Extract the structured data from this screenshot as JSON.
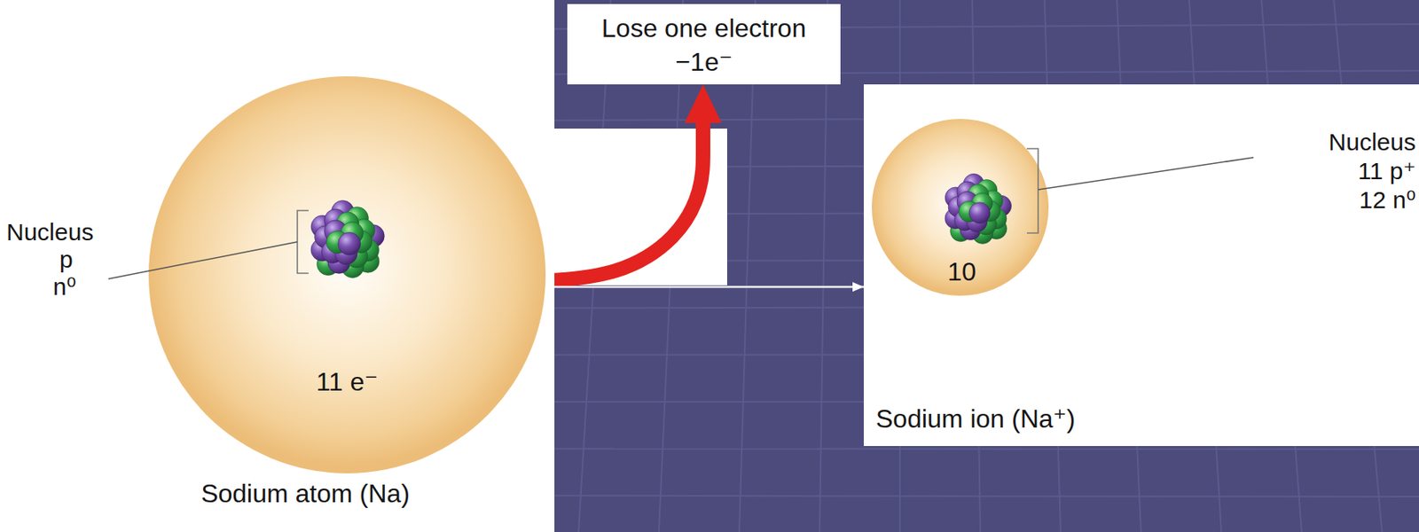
{
  "diagram": {
    "nodes": [
      {
        "text": [
          "Sodium atom (Na)"
        ]
      },
      {
        "text": [
          "11 e⁻"
        ],
        "in": 0
      },
      {
        "text": [
          "Lose one electron",
          "−1e⁻"
        ]
      },
      {
        "text": [
          "Sodium ion (Na⁺)"
        ]
      },
      {
        "text": [
          "10"
        ],
        "in": 3
      }
    ],
    "edges": [
      {
        "from": 1,
        "to": 2,
        "arrow": "to"
      },
      {
        "from": 0,
        "to": 3,
        "arrow": "to"
      }
    ],
    "labels": [
      "Nucleus",
      "p",
      "n⁰",
      "Nucleus",
      "11 p⁺",
      "12 n⁰"
    ]
  }
}
